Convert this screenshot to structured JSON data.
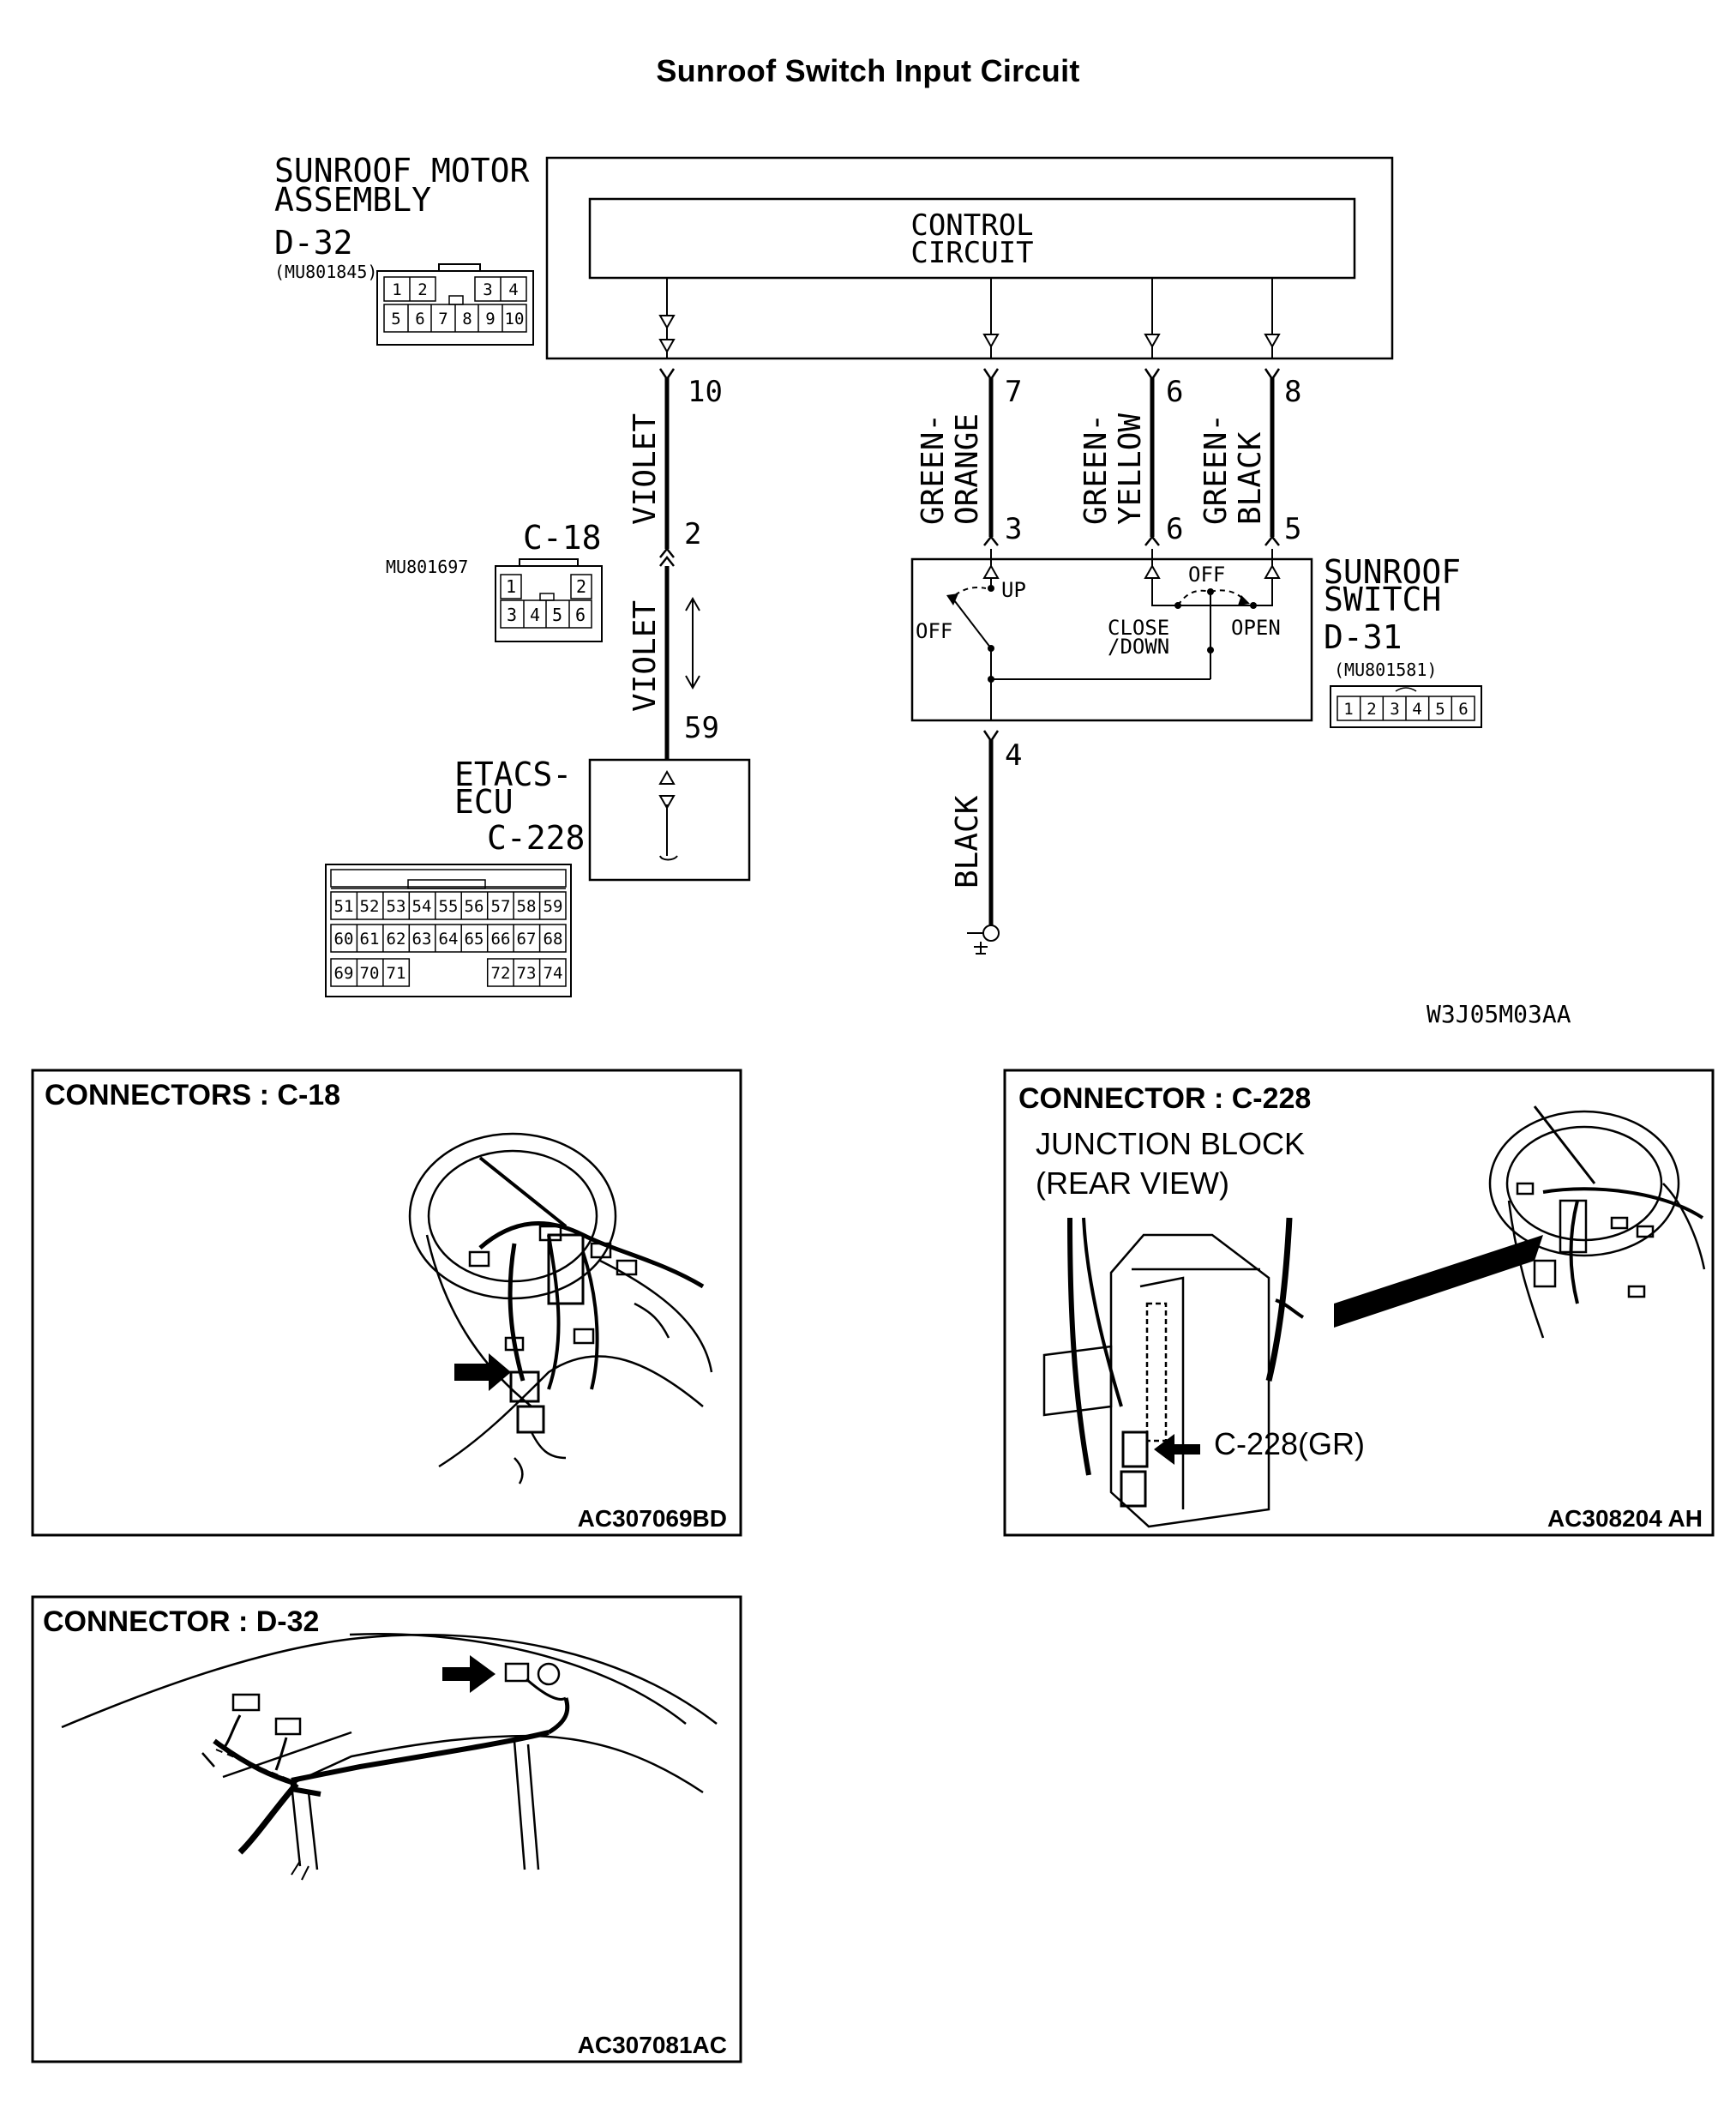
{
  "title": "Sunroof Switch Input Circuit",
  "diagram": {
    "motor_assembly": {
      "name_line1": "SUNROOF MOTOR",
      "name_line2": "ASSEMBLY",
      "connector": "D-32",
      "part_no": "(MU801845)",
      "pins_row1": [
        "1",
        "2",
        "3",
        "4"
      ],
      "pins_row2": [
        "5",
        "6",
        "7",
        "8",
        "9",
        "10"
      ]
    },
    "control_circuit": {
      "line1": "CONTROL",
      "line2": "CIRCUIT"
    },
    "wires": [
      {
        "from_pin": "10",
        "to_pin": "2",
        "color": "VIOLET"
      },
      {
        "from_pin": "7",
        "to_pin": "3",
        "color_line1": "GREEN-",
        "color_line2": "ORANGE"
      },
      {
        "from_pin": "6",
        "to_pin": "6",
        "color_line1": "GREEN-",
        "color_line2": "YELLOW"
      },
      {
        "from_pin": "8",
        "to_pin": "5",
        "color_line1": "GREEN-",
        "color_line2": "BLACK"
      },
      {
        "from_pin": "2",
        "to_pin": "59",
        "color": "VIOLET"
      },
      {
        "from_pin": "4",
        "color": "BLACK"
      }
    ],
    "c18": {
      "connector": "C-18",
      "part_no": "MU801697",
      "pins_row1": [
        "1",
        "2"
      ],
      "pins_row2": [
        "3",
        "4",
        "5",
        "6"
      ]
    },
    "switch": {
      "name_line1": "SUNROOF",
      "name_line2": "SWITCH",
      "connector": "D-31",
      "part_no": "(MU801581)",
      "pins": [
        "1",
        "2",
        "3",
        "4",
        "5",
        "6"
      ],
      "label_up": "UP",
      "label_off_left": "OFF",
      "label_off_right": "OFF",
      "label_close_line1": "CLOSE",
      "label_close_line2": "/DOWN",
      "label_open": "OPEN"
    },
    "etacs": {
      "name_line1": "ETACS-",
      "name_line2": "ECU",
      "connector": "C-228",
      "pins_row1": [
        "51",
        "52",
        "53",
        "54",
        "55",
        "56",
        "57",
        "58",
        "59"
      ],
      "pins_row2": [
        "60",
        "61",
        "62",
        "63",
        "64",
        "65",
        "66",
        "67",
        "68"
      ],
      "pins_row3": [
        "69",
        "70",
        "71",
        "72",
        "73",
        "74"
      ]
    },
    "figure_code": "W3J05M03AA"
  },
  "panels": {
    "c18": {
      "title": "CONNECTORS : C-18",
      "code": "AC307069BD"
    },
    "c228": {
      "title": "CONNECTOR : C-228",
      "subtitle_line1": "JUNCTION BLOCK",
      "subtitle_line2": "(REAR VIEW)",
      "callout": "C-228(GR)",
      "code": "AC308204 AH"
    },
    "d32": {
      "title": "CONNECTOR : D-32",
      "code": "AC307081AC"
    }
  }
}
